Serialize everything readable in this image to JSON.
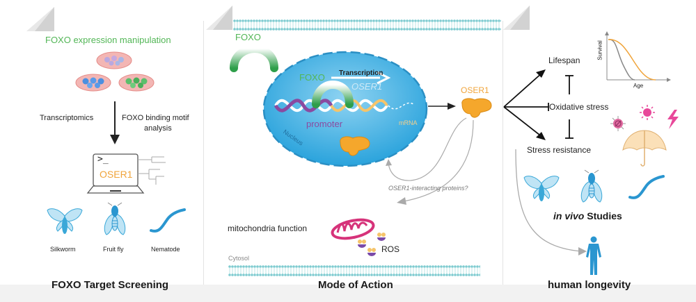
{
  "panels": {
    "left": {
      "heading": "FOXO expression manipulation",
      "left_label": "Transcriptomics",
      "right_label_line1": "FOXO binding motif",
      "right_label_line2": "analysis",
      "laptop_prompt": ">_",
      "laptop_gene": "OSER1",
      "organisms": [
        "Silkworm",
        "Fruit fly",
        "Nematode"
      ],
      "title": "FOXO Target Screening"
    },
    "middle": {
      "foxo_cytosol": "FOXO",
      "foxo_nucleus": "FOXO",
      "transcription": "Transcription",
      "gene_label": "OSER1",
      "promoter": "promoter",
      "mrna": "mRNA",
      "nucleus": "Nucleus",
      "oser1_protein": "OSER1",
      "interacting": "OSER1-interacting proteins?",
      "mitochondria": "mitochondria function",
      "ros": "ROS",
      "cytosol": "Cytosol",
      "title": "Mode of Action"
    },
    "right": {
      "lifespan": "Lifespan",
      "oxidative": "Oxidative stress",
      "stress_resistance": "Stress resistance",
      "survival_axis": "Survival",
      "age_axis": "Age",
      "in_vivo_italic": "in vivo",
      "in_vivo_rest": " Studies",
      "title": "human longevity"
    }
  },
  "colors": {
    "foxo_green": "#52b656",
    "oser1_orange": "#f0a43a",
    "nucleus_blue": "#2aa3dc",
    "promoter_purple": "#8a4aa0",
    "mito_magenta": "#d6337a",
    "organism_blue": "#3aa8d8"
  }
}
